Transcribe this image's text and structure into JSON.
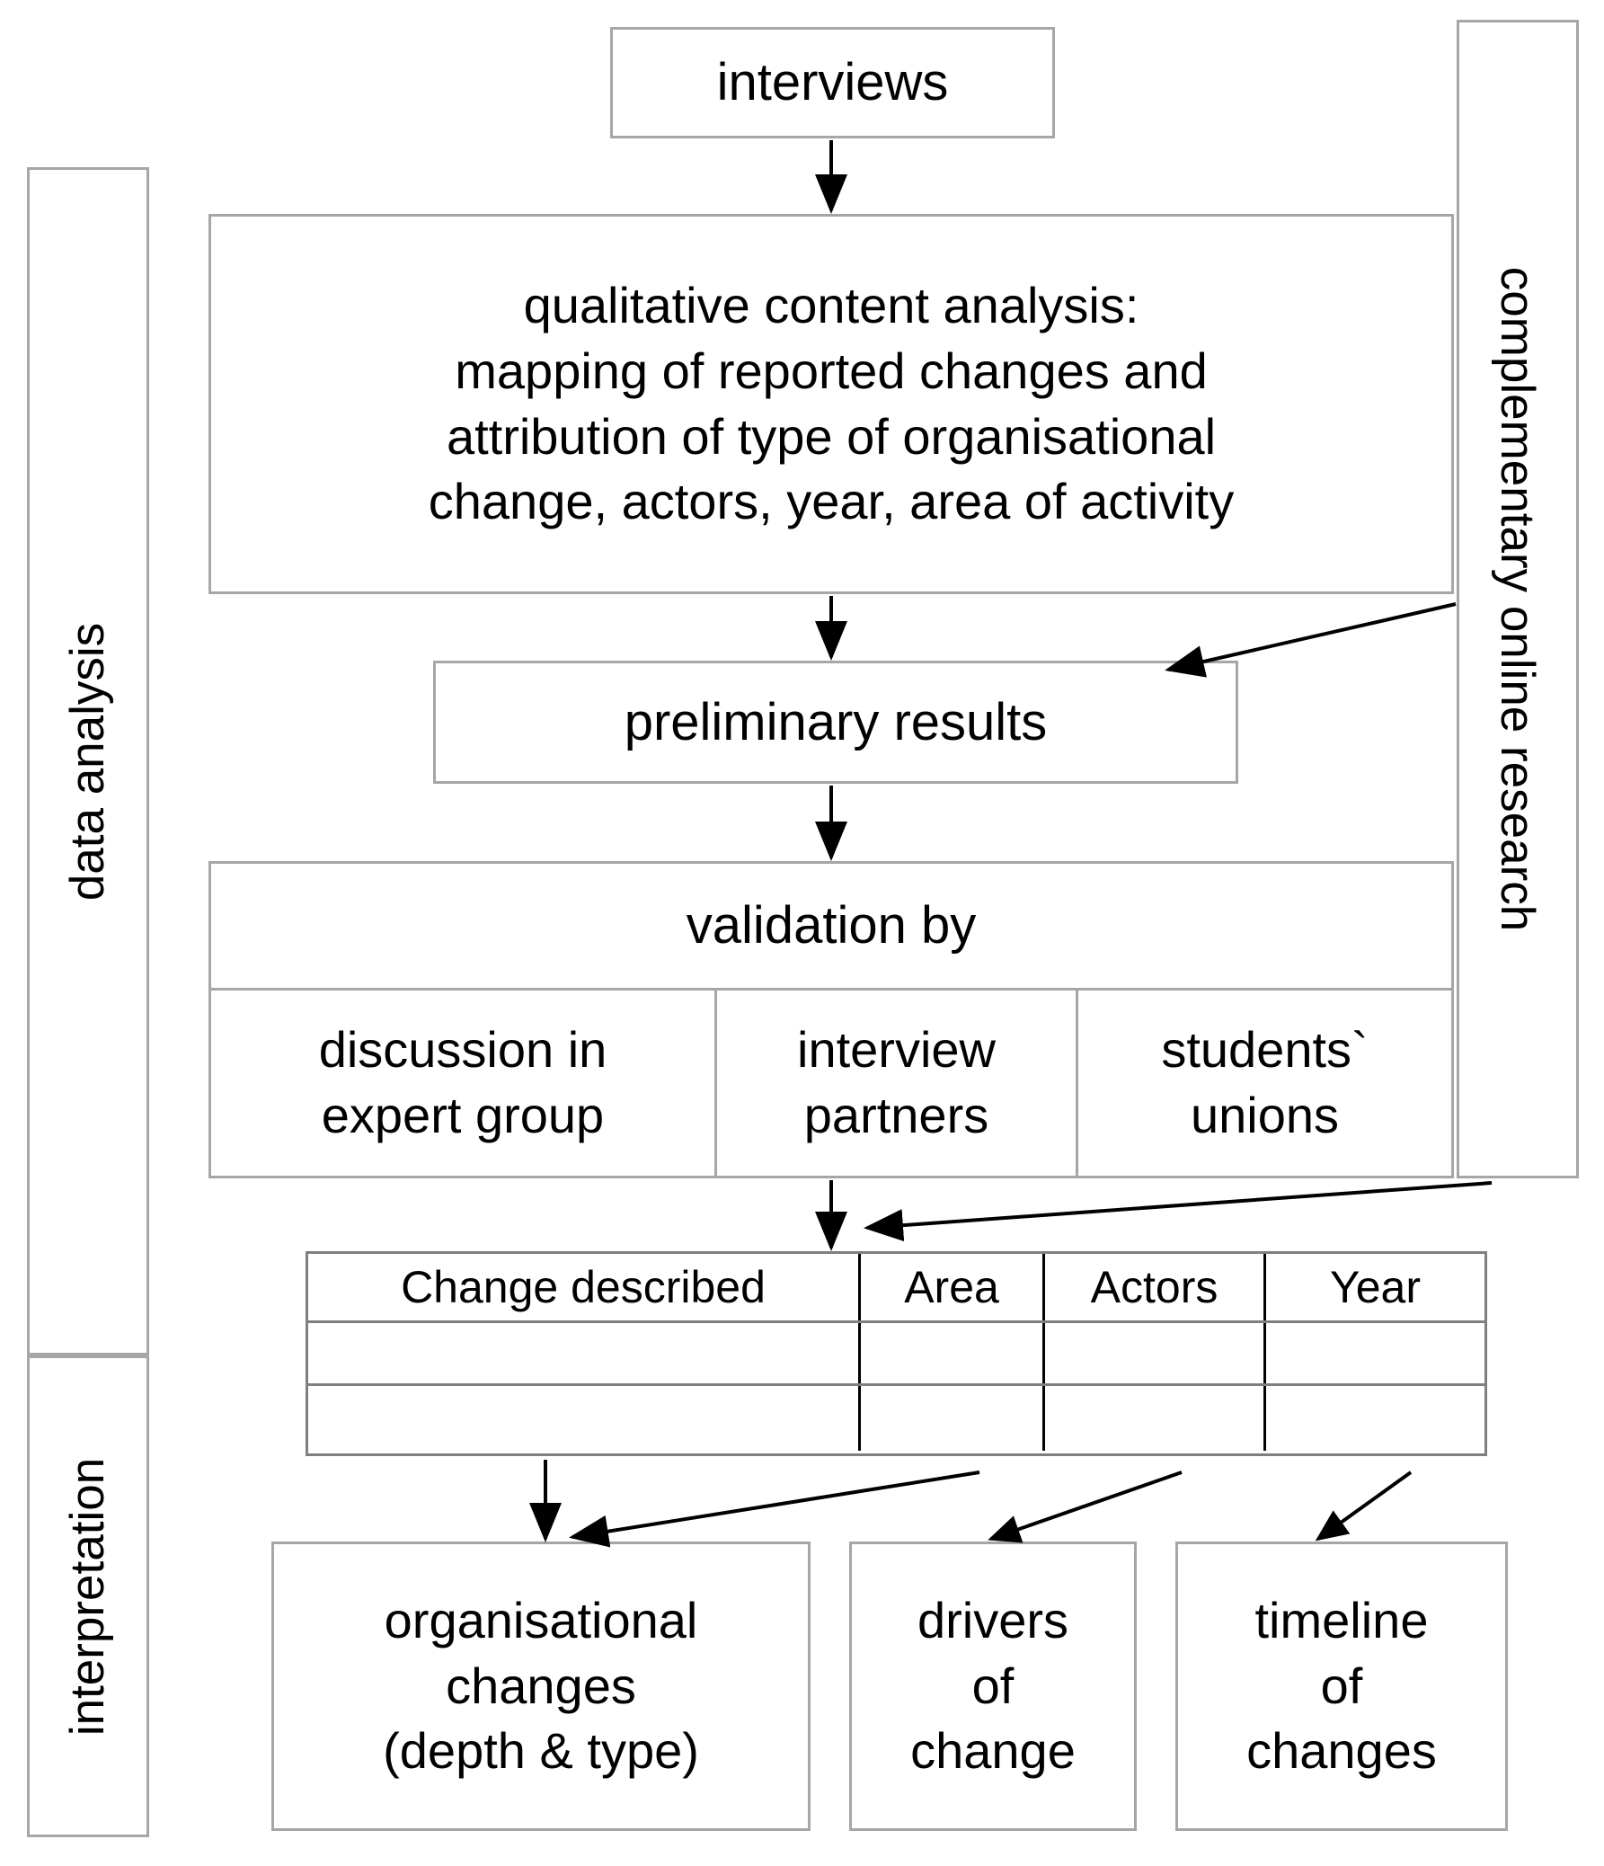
{
  "diagram": {
    "title_nodes": {
      "interviews": "interviews",
      "content_analysis": "qualitative content analysis:\nmapping of reported changes and\nattribution of type of organisational\nchange, actors, year, area of activity",
      "preliminary_results": "preliminary results",
      "validation_header": "validation by"
    },
    "validation_options": [
      "discussion in\nexpert group",
      "interview\npartners",
      "students`\nunions"
    ],
    "phase_labels": {
      "data_analysis": "data analysis",
      "interpretation": "interpretation",
      "complementary": "complementary online research"
    },
    "table": {
      "headers": [
        "Change described",
        "Area",
        "Actors",
        "Year"
      ],
      "rows": [
        [
          "",
          "",
          "",
          ""
        ],
        [
          "",
          "",
          "",
          ""
        ]
      ]
    },
    "outcomes": [
      "organisational\nchanges\n(depth & type)",
      "drivers\nof\nchange",
      "timeline\nof\nchanges"
    ],
    "colors": {
      "box_border": "#a6a6a6",
      "table_border_outer": "#7f7f7f",
      "table_border_inner": "#000000",
      "arrow": "#000000",
      "text": "#000000",
      "background": "#ffffff"
    }
  }
}
